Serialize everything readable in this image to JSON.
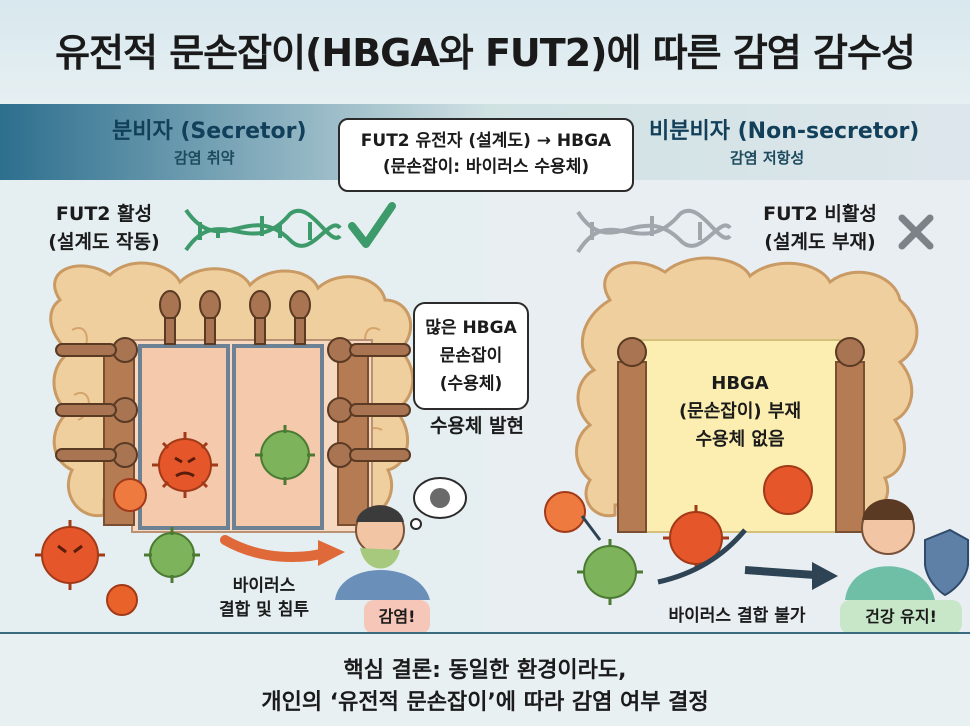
{
  "title": "유전적 문손잡이(HBGA와 FUT2)에 따른 감염 감수성",
  "left_header": {
    "title": "분비자 (Secretor)",
    "subtitle": "감염 취약"
  },
  "right_header": {
    "title": "비분비자 (Non-secretor)",
    "subtitle": "감염 저항성"
  },
  "center_box": {
    "line1": "FUT2 유전자 (설계도) → HBGA",
    "line2": "(문손잡이: 바이러스 수용체)"
  },
  "left_panel": {
    "gene_line1": "FUT2 활성",
    "gene_line2": "(설계도 작동)",
    "bubble_line1": "많은 HBGA",
    "bubble_line2": "문손잡이",
    "bubble_line3": "(수용체)",
    "receptor_label": "수용체 발현",
    "binding_line1": "바이러스",
    "binding_line2": "결합 및 침투",
    "infection_label": "감염!"
  },
  "right_panel": {
    "gene_line1": "FUT2 비활성",
    "gene_line2": "(설계도 부재)",
    "door_line1": "HBGA",
    "door_line2": "(문손잡이) 부재",
    "door_line3": "수용체 없음",
    "no_binding_label": "바이러스 결합 불가",
    "healthy_label": "건강 유지!"
  },
  "footer": {
    "line1": "핵심 결론: 동일한 환경이라도,",
    "line2": "개인의 ‘유전적 문손잡이’에 따라 감염 여부 결정"
  },
  "colors": {
    "title_band": "#d8e8ee",
    "left_band": "#2d6f8e",
    "intestine": "#f0cf9e",
    "virus_red": "#e5562a",
    "virus_green": "#7db35a",
    "dna_active": "#3d9a6a",
    "dna_inactive": "#a0a6ac",
    "check": "#3d9a6a",
    "cross": "#7d8288"
  }
}
